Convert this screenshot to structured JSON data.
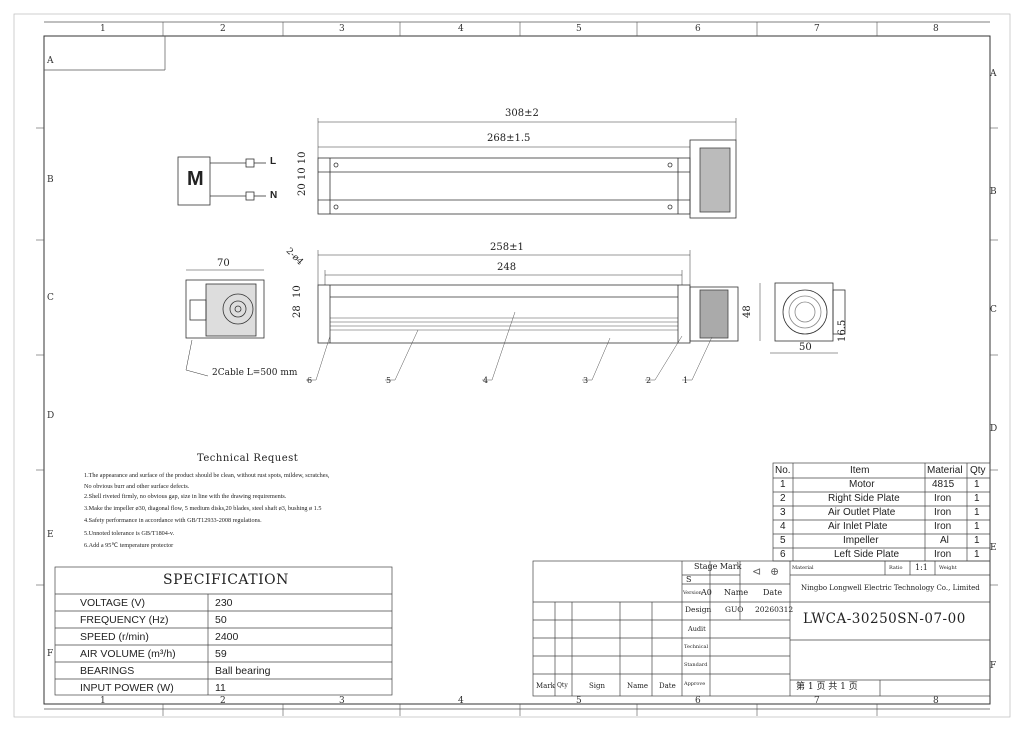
{
  "zones": {
    "cols": [
      "1",
      "2",
      "3",
      "4",
      "5",
      "6",
      "7",
      "8"
    ],
    "rows": [
      "A",
      "B",
      "C",
      "D",
      "E",
      "F"
    ]
  },
  "motor": {
    "symbol": "M",
    "line_label": "L",
    "neutral_label": "N"
  },
  "dimensions": {
    "overall_length": "308±2",
    "body_length": "268±1.5",
    "side_dims_top": "20 10 10",
    "dia": "2-ø4",
    "front_length": "258±1",
    "inner_length": "248",
    "height_total": "28",
    "height_top": "10",
    "end_width": "70",
    "cable": "2Cable L=500 mm",
    "outlet_height": "48",
    "outlet_offset": "16.5",
    "outlet_width": "50"
  },
  "callouts": [
    "6",
    "5",
    "4",
    "3",
    "2",
    "1"
  ],
  "technical_request": {
    "title": "Technical Request",
    "lines": [
      "1.The appearance and surface of the product should be clean, without rust spots, mildew, scratches,",
      "   No obvious burr and other surface defects.",
      "2.Shell riveted firmly, no obvious gap, size in line with the drawing requirements.",
      "3.Make the impeller ø30, diagonal flow, 5 medium disks,20 blades, steel shaft ø3, bushing ø 1.5",
      "4.Safety performance in accordance with GB/T12933-2008 regulations.",
      "5.Unnoted tolerance is GB/T1804-v.",
      "6.Add a 95℃ temperature protector"
    ]
  },
  "specification": {
    "title": "SPECIFICATION",
    "rows": [
      {
        "label": "VOLTAGE (V)",
        "value": "230"
      },
      {
        "label": "FREQUENCY (Hz)",
        "value": "50"
      },
      {
        "label": "SPEED  (r/min)",
        "value": "2400"
      },
      {
        "label": "AIR  VOLUME   (m³/h)",
        "value": "59"
      },
      {
        "label": "BEARINGS",
        "value": "Ball bearing"
      },
      {
        "label": "INPUT POWER  (W)",
        "value": "11"
      }
    ]
  },
  "bom": {
    "headers": [
      "No.",
      "Item",
      "Material",
      "Qty"
    ],
    "rows": [
      [
        "1",
        "Motor",
        "4815",
        "1"
      ],
      [
        "2",
        "Right Side Plate",
        "Iron",
        "1"
      ],
      [
        "3",
        "Air Outlet Plate",
        "Iron",
        "1"
      ],
      [
        "4",
        "Air Inlet Plate",
        "Iron",
        "1"
      ],
      [
        "5",
        "Impeller",
        "Al",
        "1"
      ],
      [
        "6",
        "Left Side Plate",
        "Iron",
        "1"
      ]
    ]
  },
  "title_block": {
    "stage_mark": "Stage Mark",
    "stage_s": "S",
    "version_label": "Version",
    "version": "A0",
    "name_label": "Name",
    "date_label": "Date",
    "design_label": "Design",
    "designer": "GUO",
    "design_date": "20260312",
    "audit_label": "Audit",
    "technical_label": "Technical",
    "standard_label": "Standard",
    "approve_label": "Approve",
    "bottom_labels": [
      "Mark",
      "Qty",
      "Sign",
      "Name",
      "Date"
    ],
    "material_label": "Material",
    "ratio_label": "Ratio",
    "ratio": "1:1",
    "weight_label": "Weight",
    "company": "Ningbo Longwell Electric Technology  Co., Limited",
    "drawing_no": "LWCA-30250SN-07-00",
    "page_info": "第 1 页  共 1 页"
  }
}
